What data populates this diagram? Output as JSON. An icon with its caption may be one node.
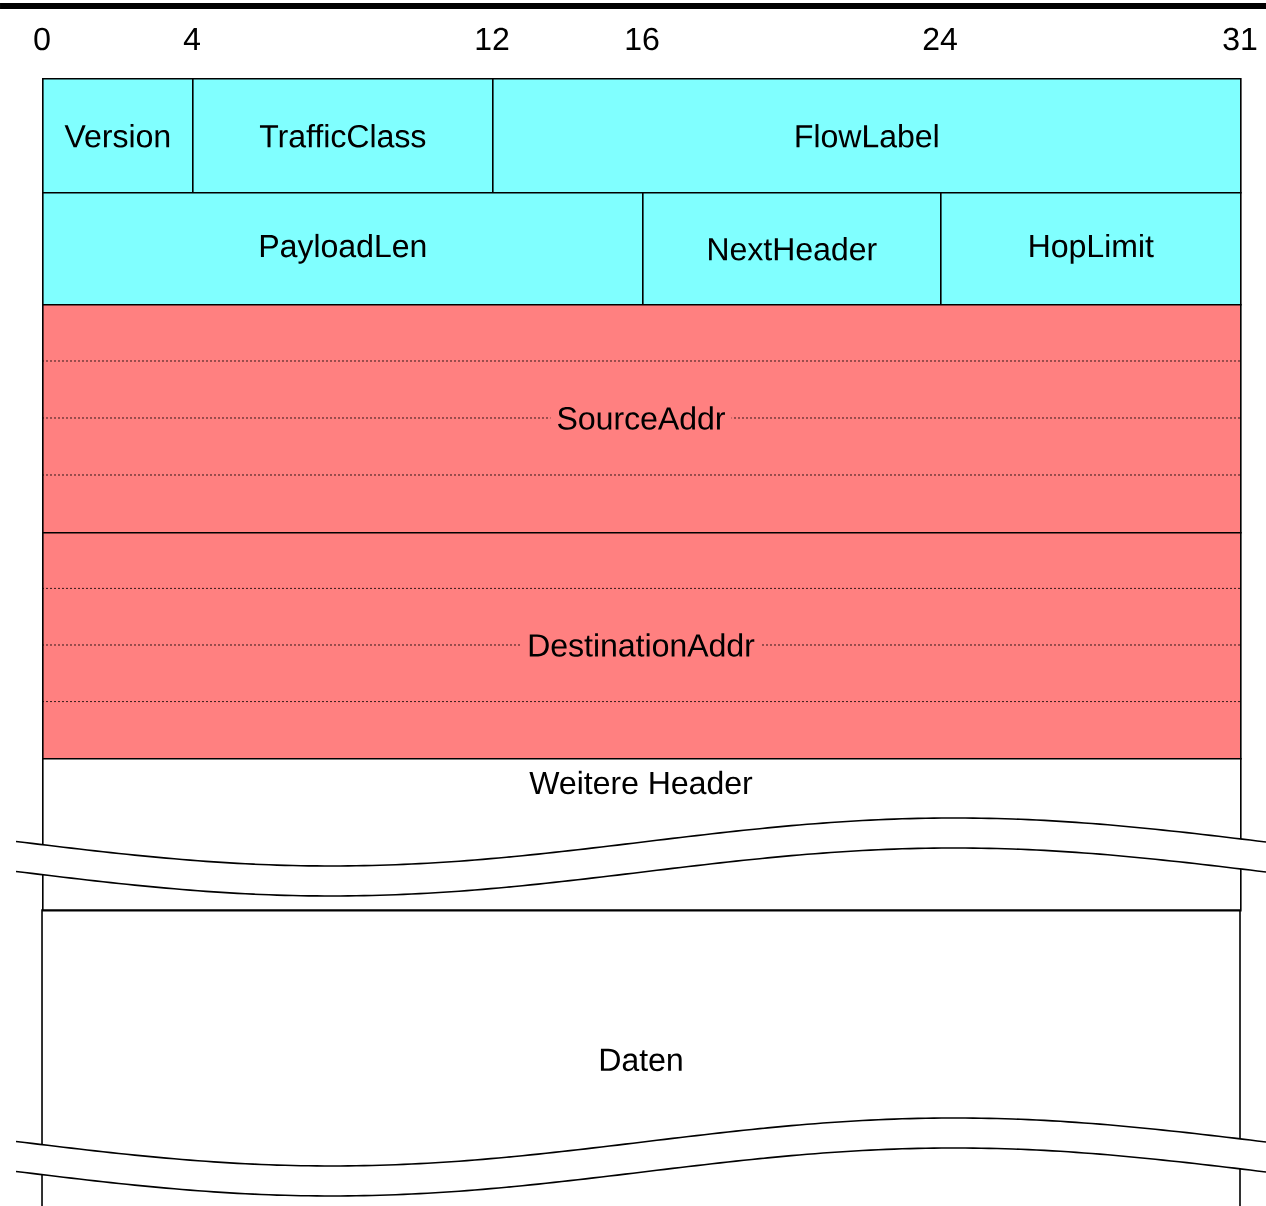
{
  "diagram": {
    "nodes": [
      {
        "text": [
          "Version"
        ]
      },
      {
        "text": [
          "TrafficClass"
        ]
      },
      {
        "text": [
          "FlowLabel"
        ]
      },
      {
        "text": [
          "PayloadLen"
        ]
      },
      {
        "text": [
          "NextHeader"
        ]
      },
      {
        "text": [
          "HopLimit"
        ]
      },
      {
        "text": [
          "SourceAddr"
        ]
      },
      {
        "text": [
          "DestinationAddr"
        ]
      },
      {
        "text": [
          "Weitere Header"
        ]
      },
      {
        "text": [
          "Daten"
        ]
      }
    ],
    "labels": [
      "0",
      "4",
      "12",
      "16",
      "24",
      "31"
    ]
  }
}
